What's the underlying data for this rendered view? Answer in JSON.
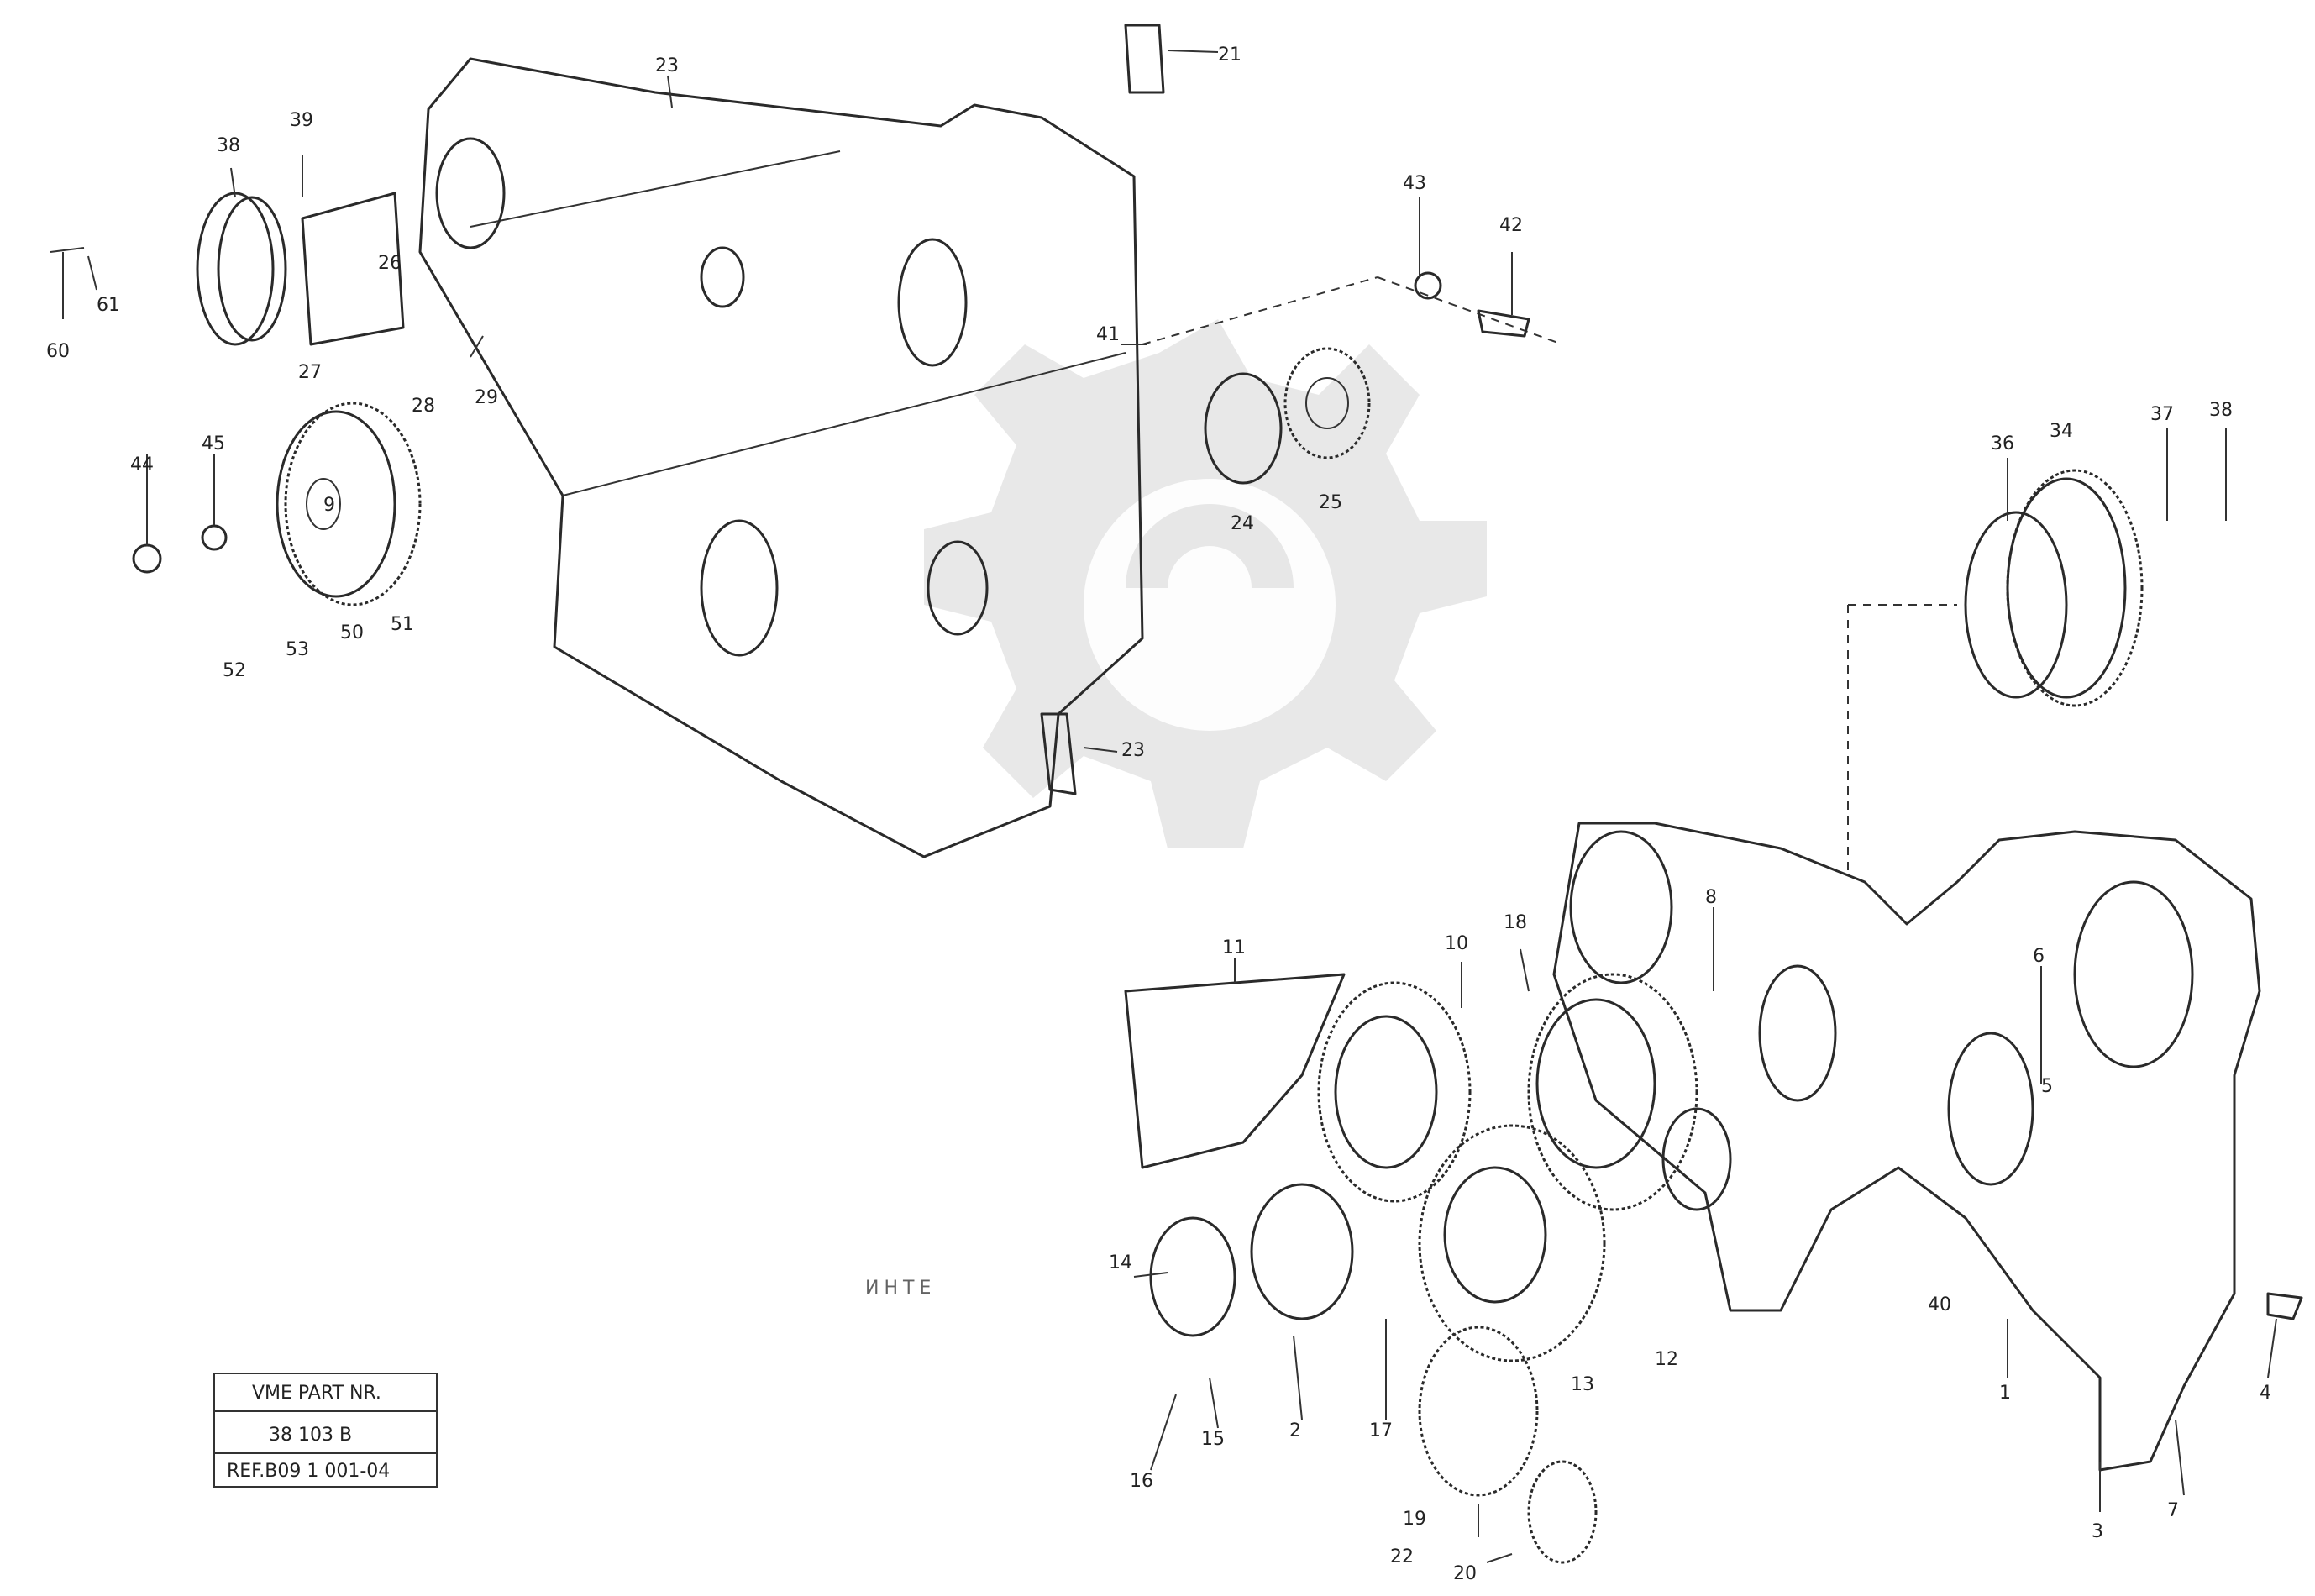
{
  "watermark": {
    "text": "ИНТЕ"
  },
  "stamp": {
    "line1": "VME PART NR.",
    "line2": "38 103 B",
    "line3": "REF.B09 1 001-04"
  },
  "callouts": {
    "c21": "21",
    "c23a": "23",
    "c38a": "38",
    "c39a": "39",
    "c26": "26",
    "c61": "61",
    "c60": "60",
    "c27": "27",
    "c28a": "28",
    "c29": "29",
    "c44": "44",
    "c45": "45",
    "c9": "9",
    "c52": "52",
    "c53": "53",
    "c50": "50",
    "c51": "51",
    "c43": "43",
    "c42": "42",
    "c41": "41",
    "c24": "24",
    "c25": "25",
    "c23b": "23",
    "c36": "36",
    "c34": "34",
    "c37": "37",
    "c38b": "38",
    "c11": "11",
    "c10": "10",
    "c18": "18",
    "c8": "8",
    "c6": "6",
    "c5": "5",
    "c14": "14",
    "c16": "16",
    "c15": "15",
    "c2": "2",
    "c17": "17",
    "c13": "13",
    "c12": "12",
    "c4": "4",
    "c1": "1",
    "c3": "3",
    "c7": "7",
    "c19": "19",
    "c20": "20",
    "c22": "22",
    "c40": "40"
  }
}
